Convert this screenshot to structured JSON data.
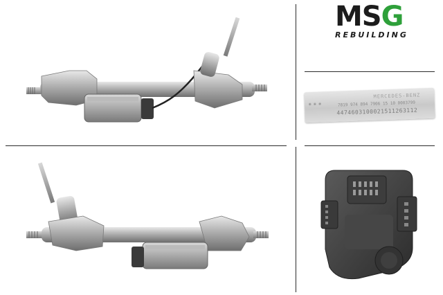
{
  "brand": {
    "logo_primary": "MS",
    "logo_accent": "G",
    "logo_sub": "REBUILDING",
    "accent_color": "#2ea03a",
    "text_color": "#1c1c1c"
  },
  "label_plate": {
    "line1": "MERCEDES-BENZ",
    "line2": "7819 974 894  7906 15 10 0003799",
    "line3": "4474603100021511263112"
  },
  "images": [
    {
      "name": "steering-rack-view-top",
      "description_icon": "steering-rack-icon"
    },
    {
      "name": "steering-rack-view-bottom",
      "description_icon": "steering-rack-icon"
    },
    {
      "name": "ecu-connector-closeup",
      "description_icon": "control-unit-icon"
    }
  ]
}
